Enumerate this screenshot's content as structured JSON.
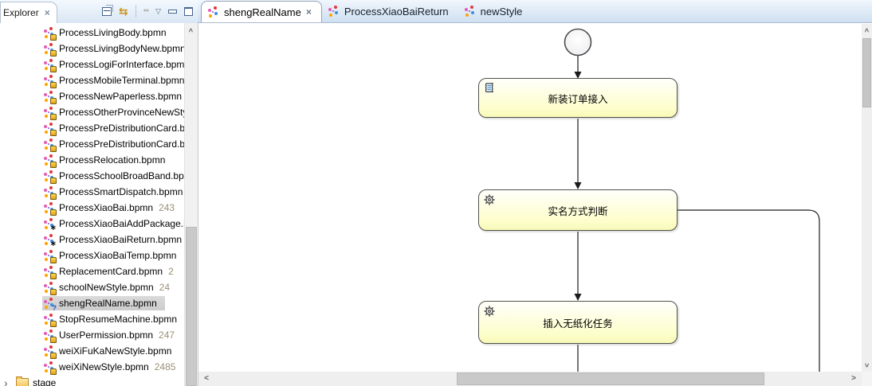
{
  "explorer": {
    "tab_label": "Explorer",
    "items": [
      {
        "name": "ProcessLivingBody.bpmn",
        "badge": "db"
      },
      {
        "name": "ProcessLivingBodyNew.bpmn",
        "badge": "db"
      },
      {
        "name": "ProcessLogiForInterface.bpmn",
        "badge": "db"
      },
      {
        "name": "ProcessMobileTerminal.bpmn",
        "badge": "db"
      },
      {
        "name": "ProcessNewPaperless.bpmn",
        "badge": "db"
      },
      {
        "name": "ProcessOtherProvinceNewStyle.bpmn",
        "badge": "db"
      },
      {
        "name": "ProcessPreDistributionCard.bpmn",
        "badge": "db"
      },
      {
        "name": "ProcessPreDistributionCard.bpmn",
        "badge": "db"
      },
      {
        "name": "ProcessRelocation.bpmn",
        "badge": "db"
      },
      {
        "name": "ProcessSchoolBroadBand.bpmn",
        "badge": "db"
      },
      {
        "name": "ProcessSmartDispatch.bpmn",
        "badge": "db"
      },
      {
        "name": "ProcessXiaoBai.bpmn",
        "rev": "243",
        "badge": "db"
      },
      {
        "name": "ProcessXiaoBaiAddPackage.bpmn",
        "badge": "star"
      },
      {
        "name": "ProcessXiaoBaiReturn.bpmn",
        "badge": "star"
      },
      {
        "name": "ProcessXiaoBaiTemp.bpmn",
        "badge": "db"
      },
      {
        "name": "ReplacementCard.bpmn",
        "rev": "2",
        "badge": "db"
      },
      {
        "name": "schoolNewStyle.bpmn",
        "rev": "24",
        "badge": "db"
      },
      {
        "name": "shengRealName.bpmn",
        "badge": "question",
        "selected": true
      },
      {
        "name": "StopResumeMachine.bpmn",
        "badge": "db"
      },
      {
        "name": "UserPermission.bpmn",
        "rev": "247",
        "badge": "db"
      },
      {
        "name": "weiXiFuKaNewStyle.bpmn",
        "badge": "db"
      },
      {
        "name": "weiXiNewStyle.bpmn",
        "rev": "2485",
        "badge": "db"
      }
    ],
    "root_item_label": "stage"
  },
  "editor": {
    "tabs": [
      {
        "label": "shengRealName",
        "active": true,
        "closable": true
      },
      {
        "label": "ProcessXiaoBaiReturn",
        "active": false,
        "closable": false
      },
      {
        "label": "newStyle",
        "active": false,
        "closable": false
      }
    ]
  },
  "diagram": {
    "start_event": "start-event",
    "tasks": [
      {
        "label": "新装订单接入",
        "icon": "script-task"
      },
      {
        "label": "实名方式判断",
        "icon": "service-task"
      },
      {
        "label": "插入无纸化任务",
        "icon": "service-task"
      }
    ]
  },
  "icons": {
    "close": "×",
    "link_editor": "⇆",
    "view_menu": "▽",
    "dots": "●●",
    "chevron": "›",
    "arrow_left": "<",
    "arrow_right": ">",
    "star_badge": "∗",
    "question_badge": "?"
  },
  "colors": {
    "tabbar_bg": "#cfe0f1",
    "selection_grey": "#d4d4d4",
    "task_fill": "#fdfecb",
    "task_border": "#52524b",
    "rev_text": "#9b9078",
    "badge_db": "#ffd84a",
    "link_icon": "#c8951e"
  }
}
